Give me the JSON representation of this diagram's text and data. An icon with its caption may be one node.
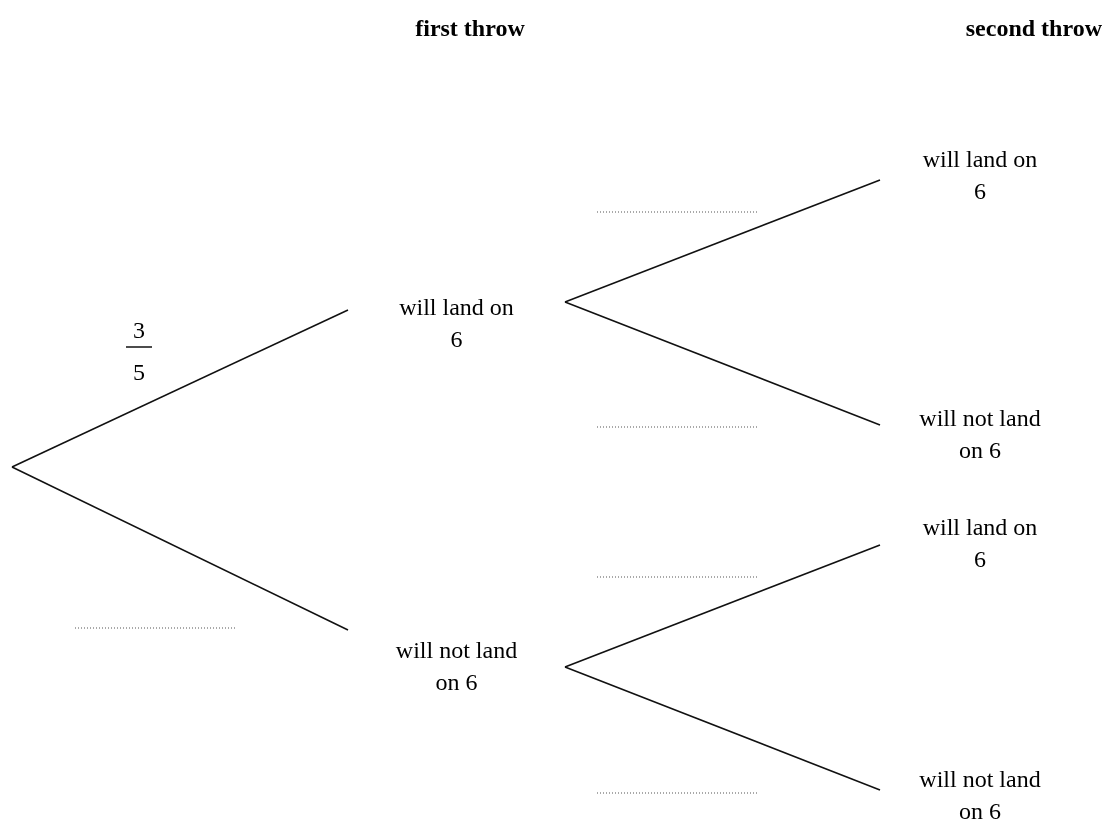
{
  "diagram": {
    "nodes": [
      {
        "text": [
          "will land on 6"
        ]
      },
      {
        "text": [
          "will not land on 6"
        ]
      },
      {
        "text": [
          "will land on 6"
        ]
      },
      {
        "text": [
          "will not land on 6"
        ]
      },
      {
        "text": [
          "will land on 6"
        ]
      },
      {
        "text": [
          "will not land on 6"
        ]
      }
    ],
    "edges": [
      {
        "from": null,
        "to": 0,
        "arrow": "none"
      },
      {
        "from": null,
        "to": 1,
        "arrow": "none"
      },
      {
        "from": 0,
        "to": 2,
        "arrow": "none"
      },
      {
        "from": 0,
        "to": 3,
        "arrow": "none"
      },
      {
        "from": 1,
        "to": 4,
        "arrow": "none"
      },
      {
        "from": 1,
        "to": 5,
        "arrow": "none"
      }
    ],
    "labels": [
      "first throw",
      "second throw",
      "3",
      "5"
    ]
  }
}
